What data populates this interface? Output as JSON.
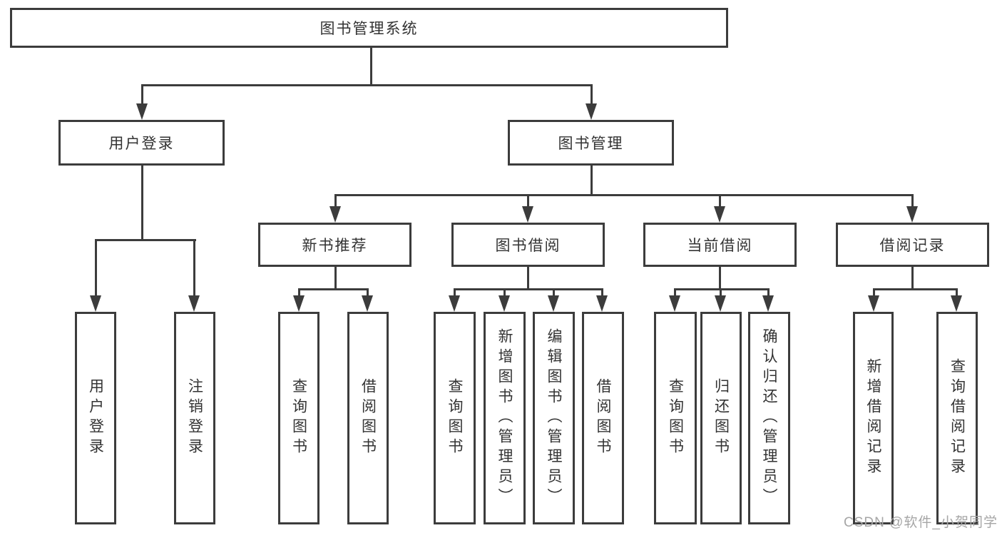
{
  "nodes": {
    "root": "图书管理系统",
    "level2": [
      "用户登录",
      "图书管理"
    ],
    "level3": [
      "新书推荐",
      "图书借阅",
      "当前借阅",
      "借阅记录"
    ],
    "leaves": {
      "user": [
        "用户登录",
        "注销登录"
      ],
      "newbook": [
        "查询图书",
        "借阅图书"
      ],
      "borrow": [
        "查询图书",
        "新增图书（管理员）",
        "编辑图书（管理员）",
        "借阅图书"
      ],
      "current": [
        "查询图书",
        "归还图书",
        "确认归还（管理员）"
      ],
      "record": [
        "新增借阅记录",
        "查询借阅记录"
      ]
    }
  },
  "watermark": "CSDN @软件_小贺同学",
  "colors": {
    "line": "#3c3c3c",
    "text": "#333333",
    "watermark": "#a6a6a6",
    "background": "#ffffff"
  }
}
